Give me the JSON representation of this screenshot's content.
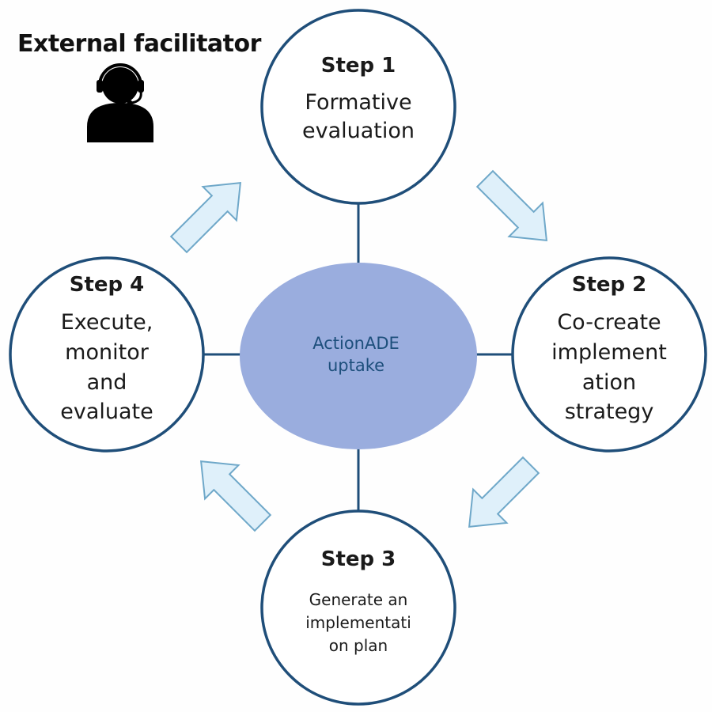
{
  "facilitator": {
    "label": "External facilitator",
    "icon": "headset-person-icon"
  },
  "center": {
    "label": "ActionADE\nuptake"
  },
  "steps": [
    {
      "title": "Step 1",
      "body": "Formative\nevaluation"
    },
    {
      "title": "Step 2",
      "body": "Co-create\nimplement\nation\nstrategy"
    },
    {
      "title": "Step 3",
      "body": "Generate an\nimplementati\non plan"
    },
    {
      "title": "Step 4",
      "body": "Execute,\nmonitor\nand\nevaluate"
    }
  ],
  "colors": {
    "circle_stroke": "#1f4e79",
    "center_fill": "#9aadde",
    "center_text": "#1d4f7c",
    "arrow_fill": "#dff0fa",
    "arrow_stroke": "#6fa8c9",
    "connector": "#1f4e79"
  }
}
